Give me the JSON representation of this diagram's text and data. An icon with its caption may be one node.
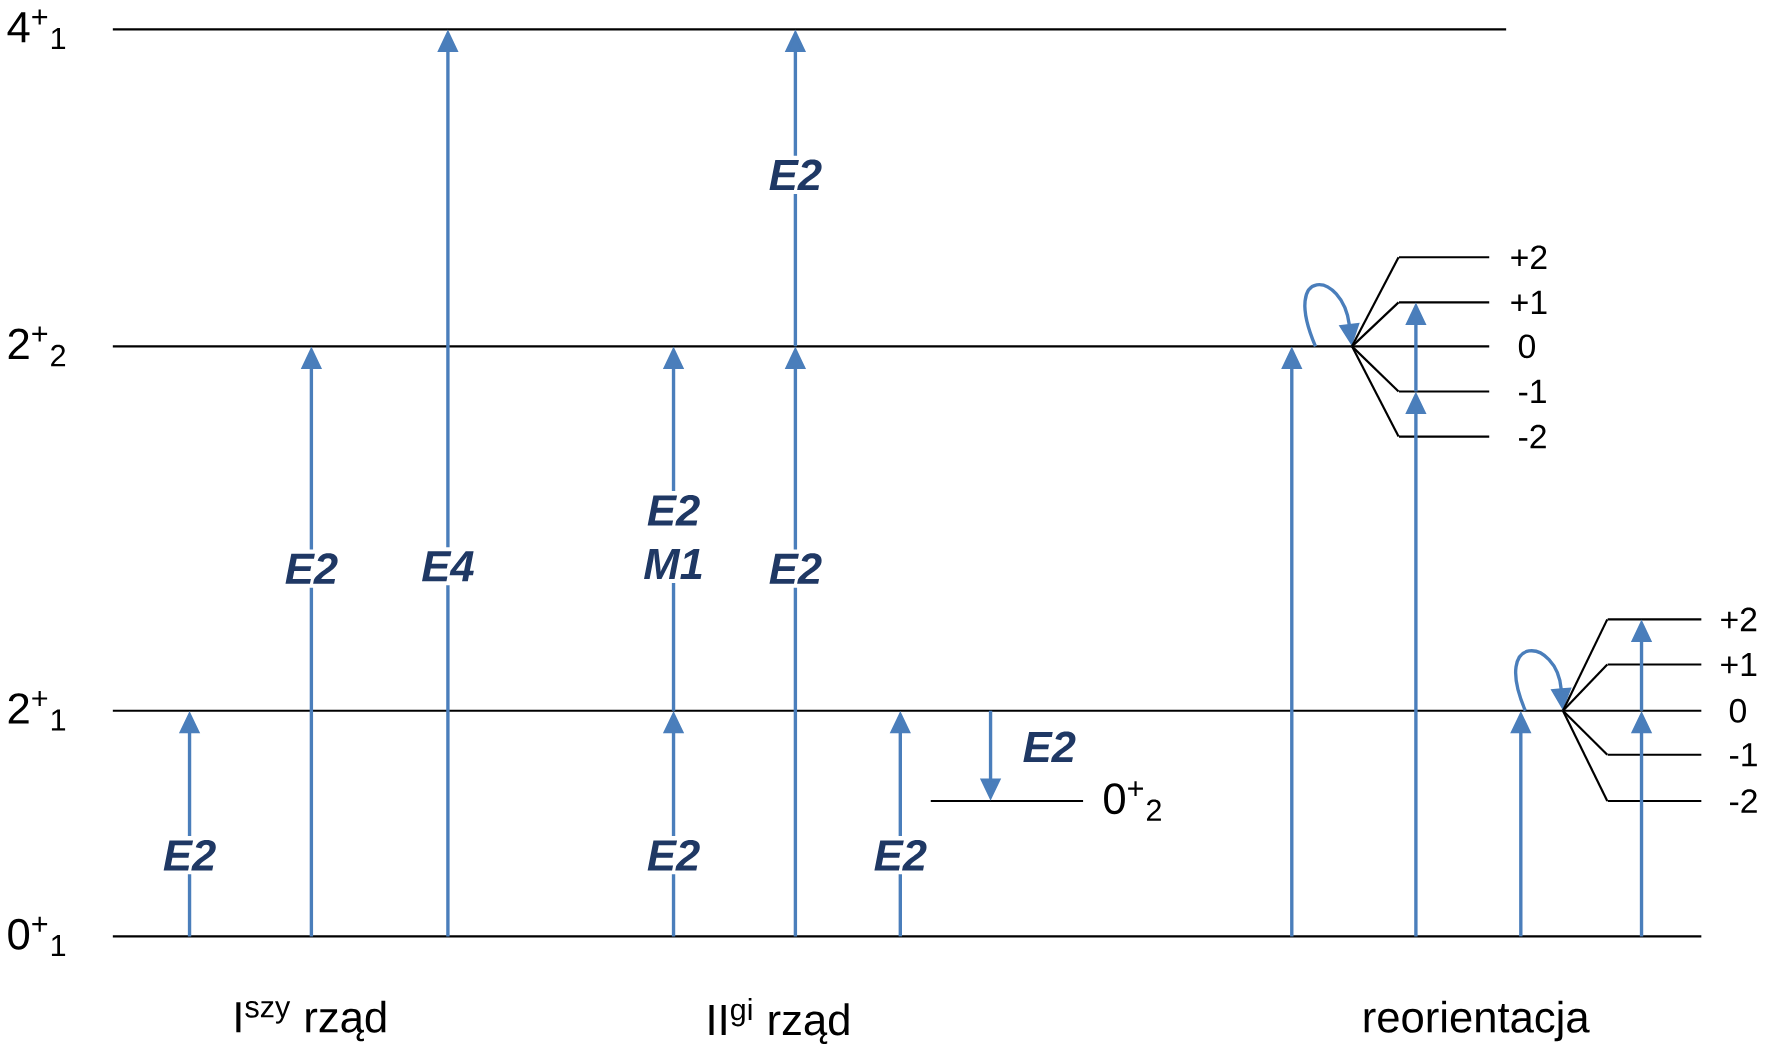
{
  "diagram": {
    "nodes": [
      {
        "text": [],
        "shape": "bar",
        "beside": [
          "4$^{+}$$_{1}$"
        ]
      },
      {
        "text": [],
        "shape": "bar",
        "beside": [
          "2$^{+}$$_{2}$"
        ]
      },
      {
        "text": [],
        "shape": "bar",
        "beside": [
          "2$^{+}$$_{1}$"
        ]
      },
      {
        "text": [],
        "shape": "bar",
        "beside": [
          "0$^{+}$$_{1}$"
        ]
      },
      {
        "text": [],
        "shape": "bar",
        "beside": [
          "0$^{+}$$_{2}$"
        ]
      },
      {
        "text": [],
        "shape": "bar",
        "beside": [
          "+2"
        ]
      },
      {
        "text": [],
        "shape": "bar",
        "beside": [
          "+1"
        ]
      },
      {
        "text": [],
        "shape": "bar",
        "beside": [
          "0"
        ]
      },
      {
        "text": [],
        "shape": "bar",
        "beside": [
          "-1"
        ]
      },
      {
        "text": [],
        "shape": "bar",
        "beside": [
          "-2"
        ]
      },
      {
        "text": [],
        "shape": "bar",
        "beside": [
          "+2"
        ]
      },
      {
        "text": [],
        "shape": "bar",
        "beside": [
          "+1"
        ]
      },
      {
        "text": [],
        "shape": "bar",
        "beside": [
          "0"
        ]
      },
      {
        "text": [],
        "shape": "bar",
        "beside": [
          "-1"
        ]
      },
      {
        "text": [],
        "shape": "bar",
        "beside": [
          "-2"
        ]
      }
    ],
    "edges": [
      {
        "from": 3,
        "to": 2,
        "arrow": "to",
        "label": "E2"
      },
      {
        "from": 3,
        "to": 1,
        "arrow": "to",
        "label": "E2"
      },
      {
        "from": 3,
        "to": 0,
        "arrow": "to",
        "label": "E4"
      },
      {
        "from": 3,
        "to": 2,
        "arrow": "to",
        "label": "E2"
      },
      {
        "from": 2,
        "to": 1,
        "arrow": "to",
        "label": "E2 M1"
      },
      {
        "from": 3,
        "to": 1,
        "arrow": "to",
        "label": "E2"
      },
      {
        "from": 1,
        "to": 0,
        "arrow": "to",
        "label": "E2"
      },
      {
        "from": 3,
        "to": 2,
        "arrow": "to",
        "label": "E2"
      },
      {
        "from": 2,
        "to": 4,
        "arrow": "to",
        "label": "E2"
      },
      {
        "from": 3,
        "to": 1,
        "arrow": "to"
      },
      {
        "from": 1,
        "to": 1,
        "arrow": "to"
      },
      {
        "from": 3,
        "to": 8,
        "arrow": "to"
      },
      {
        "from": 8,
        "to": 6,
        "arrow": "to"
      },
      {
        "from": 3,
        "to": 2,
        "arrow": "to"
      },
      {
        "from": 2,
        "to": 2,
        "arrow": "to"
      },
      {
        "from": 3,
        "to": 12,
        "arrow": "to"
      },
      {
        "from": 12,
        "to": 10,
        "arrow": "to"
      },
      {
        "from": 1,
        "to": 5,
        "arrow": "none",
        "color": "#000000"
      },
      {
        "from": 1,
        "to": 6,
        "arrow": "none",
        "color": "#000000"
      },
      {
        "from": 1,
        "to": 8,
        "arrow": "none",
        "color": "#000000"
      },
      {
        "from": 1,
        "to": 9,
        "arrow": "none",
        "color": "#000000"
      },
      {
        "from": 2,
        "to": 10,
        "arrow": "none",
        "color": "#000000"
      },
      {
        "from": 2,
        "to": 11,
        "arrow": "none",
        "color": "#000000"
      },
      {
        "from": 2,
        "to": 13,
        "arrow": "none",
        "color": "#000000"
      },
      {
        "from": 2,
        "to": 14,
        "arrow": "none",
        "color": "#000000"
      }
    ],
    "labels": [
      "I$^{szy}$ rząd",
      "II$^{gi}$ rząd",
      "reorientacja"
    ]
  }
}
